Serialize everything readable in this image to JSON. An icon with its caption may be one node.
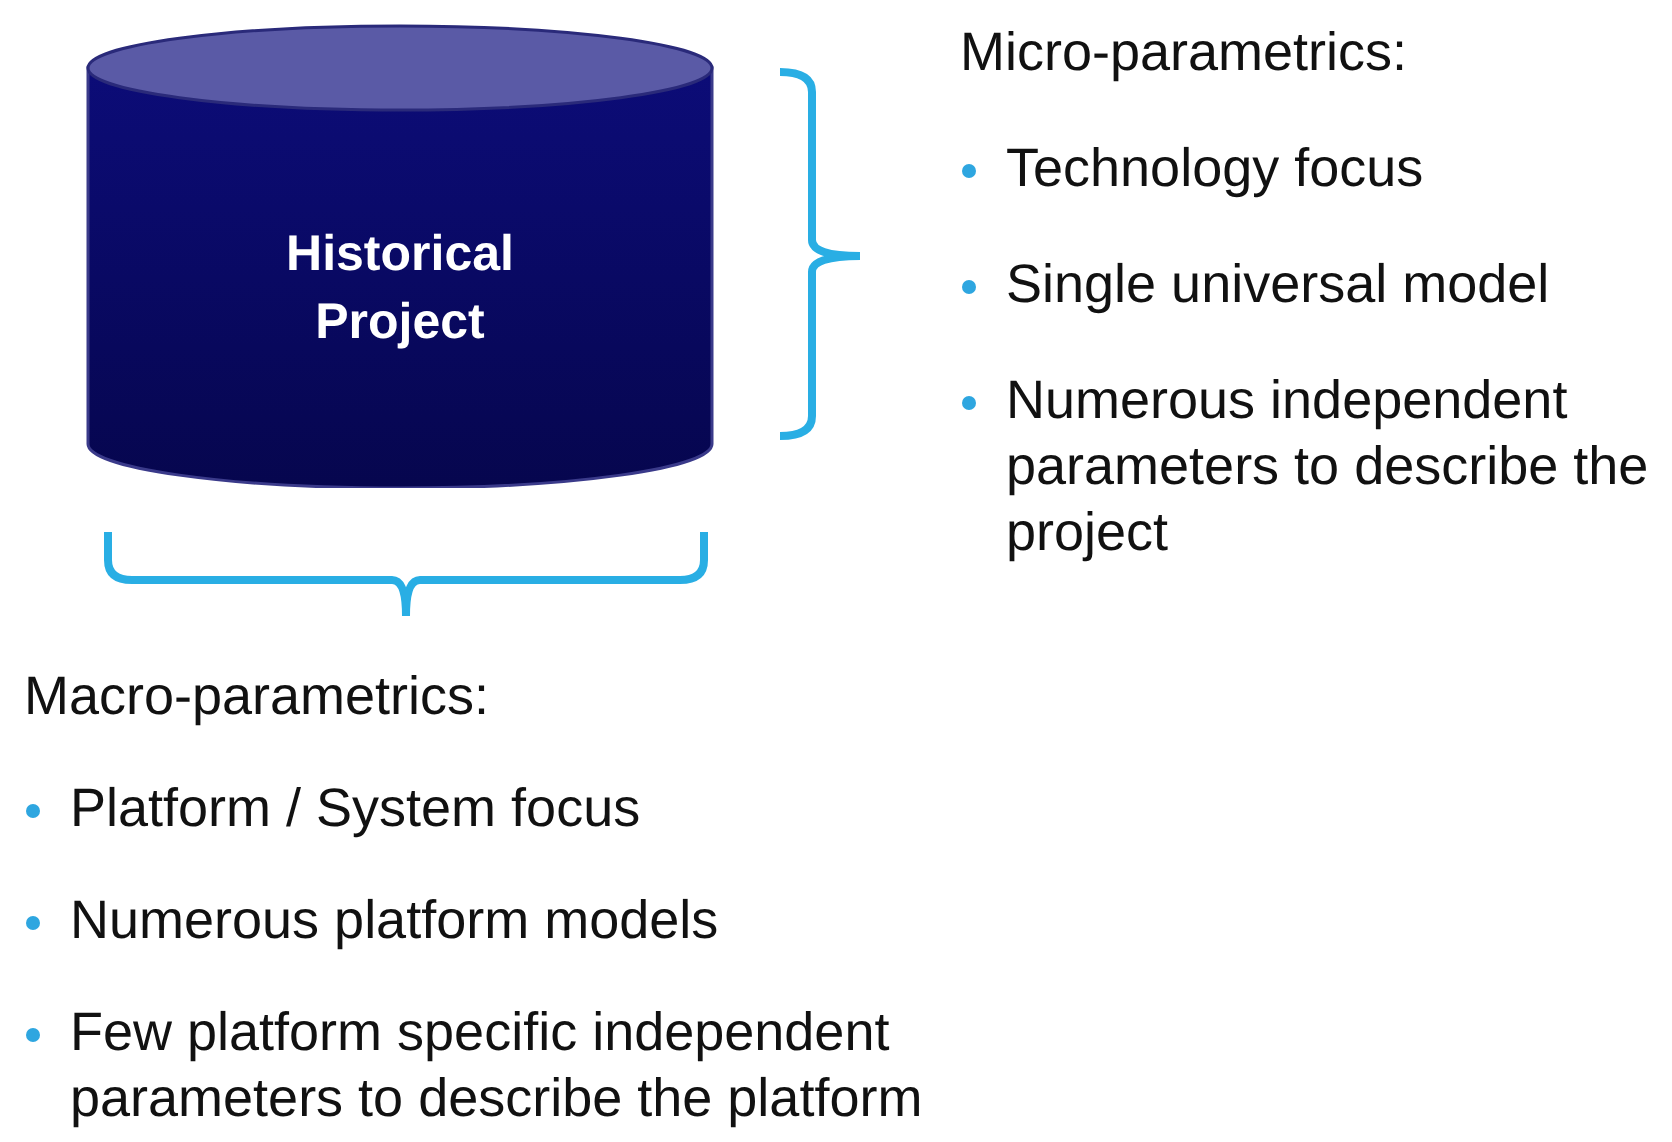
{
  "diagram": {
    "nodes": [
      {
        "text": [
          "Historical Project"
        ]
      }
    ],
    "labels": [
      "Micro-parametrics:",
      "Technology focus",
      "Single universal model",
      "Numerous independent parameters to describe the project",
      "Macro-parametrics:",
      "Platform / System focus",
      "Numerous platform models",
      "Few platform specific independent parameters to describe the platform"
    ]
  }
}
